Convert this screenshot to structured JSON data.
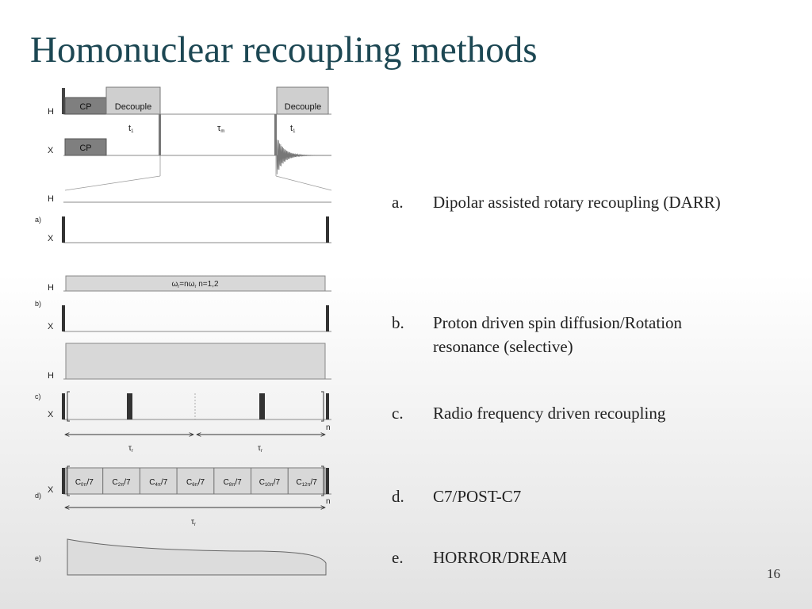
{
  "slide": {
    "title": "Homonuclear recoupling methods",
    "page_number": "16"
  },
  "diagram": {
    "channels": {
      "h": "H",
      "x": "X"
    },
    "blocks": {
      "cp": "CP",
      "decouple": "Decouple"
    },
    "times": {
      "t1": "t",
      "t1_sub": "1",
      "tau": "τ",
      "m_sub": "m",
      "r_sub": "r"
    },
    "panel_labels": [
      "a)",
      "b)",
      "c)",
      "d)",
      "e)"
    ],
    "b_condition": "ω",
    "b_condition_sub1": "r",
    "b_condition_mid": "=nω",
    "b_condition_sub2": "r",
    "b_condition_end": " n=1,2",
    "repeat": "n",
    "c7_blocks": [
      {
        "c": "C",
        "sub": "0π",
        "rest": "/7"
      },
      {
        "c": "C",
        "sub": "2π",
        "rest": "/7"
      },
      {
        "c": "C",
        "sub": "4π",
        "rest": "/7"
      },
      {
        "c": "C",
        "sub": "6π",
        "rest": "/7"
      },
      {
        "c": "C",
        "sub": "8π",
        "rest": "/7"
      },
      {
        "c": "C",
        "sub": "10π",
        "rest": "/7"
      },
      {
        "c": "C",
        "sub": "12π",
        "rest": "/7"
      }
    ]
  },
  "list": [
    {
      "letter": "a.",
      "text": "Dipolar assisted rotary recoupling (DARR)"
    },
    {
      "letter": "b.",
      "text": "Proton driven spin diffusion/Rotation resonance (selective)"
    },
    {
      "letter": "c.",
      "text": "Radio frequency driven recoupling"
    },
    {
      "letter": "d.",
      "text": "C7/POST-C7"
    },
    {
      "letter": "e.",
      "text": "HORROR/DREAM"
    }
  ]
}
